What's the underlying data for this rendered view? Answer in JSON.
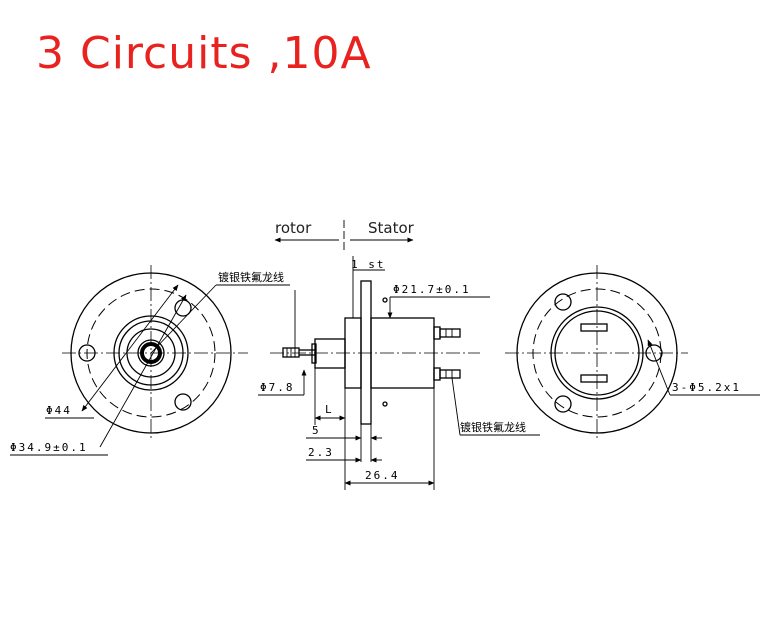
{
  "title": "3 Circuits ,10A",
  "labels": {
    "rotor": "rotor",
    "stator": "Stator",
    "first": "1 st",
    "wire_top": "镀银铁氟龙线",
    "wire_bottom": "镀银铁氟龙线",
    "dia_stator": "Φ21.7±0.1",
    "dia_shaft": "Φ7.8",
    "dia_flange": "Φ44",
    "dia_pcd": "Φ34.9±0.1",
    "holes": "3-Φ5.2x1",
    "dim_L": "L",
    "dim_5": "5",
    "dim_23": "2.3",
    "dim_264": "26.4"
  },
  "colors": {
    "title": "#e8231f",
    "line": "#000000",
    "background": "#ffffff"
  }
}
